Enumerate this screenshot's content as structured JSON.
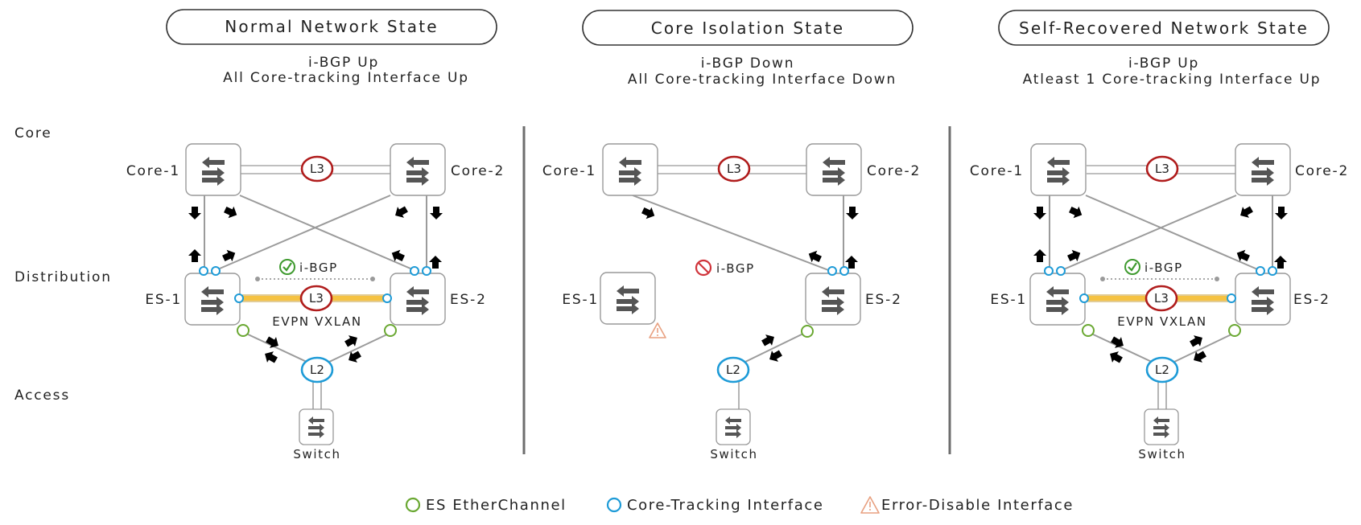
{
  "tiers": {
    "core": "Core",
    "distribution": "Distribution",
    "access": "Access"
  },
  "states": [
    {
      "title": "Normal Network State",
      "line1": "i-BGP Up",
      "line2": "All Core-tracking Interface Up",
      "core_left": "Core-1",
      "core_right": "Core-2",
      "es_left": "ES-1",
      "es_right": "ES-2",
      "l3": "L3",
      "l3_es": "L3",
      "l2": "L2",
      "ibgp": "i-BGP",
      "evpn": "EVPN VXLAN",
      "switch": "Switch"
    },
    {
      "title": "Core Isolation State",
      "line1": "i-BGP Down",
      "line2": "All Core-tracking Interface Down",
      "core_left": "Core-1",
      "core_right": "Core-2",
      "es_left": "ES-1",
      "es_right": "ES-2",
      "l3": "L3",
      "l2": "L2",
      "ibgp": "i-BGP",
      "switch": "Switch"
    },
    {
      "title": "Self-Recovered Network State",
      "line1": "i-BGP Up",
      "line2": "Atleast 1 Core-tracking Interface Up",
      "core_left": "Core-1",
      "core_right": "Core-2",
      "es_left": "ES-1",
      "es_right": "ES-2",
      "l3": "L3",
      "l3_es": "L3",
      "l2": "L2",
      "ibgp": "i-BGP",
      "evpn": "EVPN VXLAN",
      "switch": "Switch"
    }
  ],
  "legend": {
    "es_etherchannel": "ES EtherChannel",
    "core_tracking": "Core-Tracking Interface",
    "error_disable": "Error-Disable Interface"
  },
  "colors": {
    "l3_badge": "#b01c1c",
    "core_tracking": "#1e9bd7",
    "es_etherchannel": "#6aa832",
    "error_disable": "#e8a080",
    "evpn_link": "#f5c242",
    "state_arrow": "#c00000",
    "traffic_arrow": "#a3a3a3",
    "ibgp_ok": "#3f9a2f",
    "ibgp_down": "#d0343b"
  },
  "icons": {
    "switch": "bidirectional-arrows-icon",
    "ibgp_up": "check-circle-icon",
    "ibgp_down": "prohibited-icon",
    "error": "warning-triangle-icon"
  }
}
